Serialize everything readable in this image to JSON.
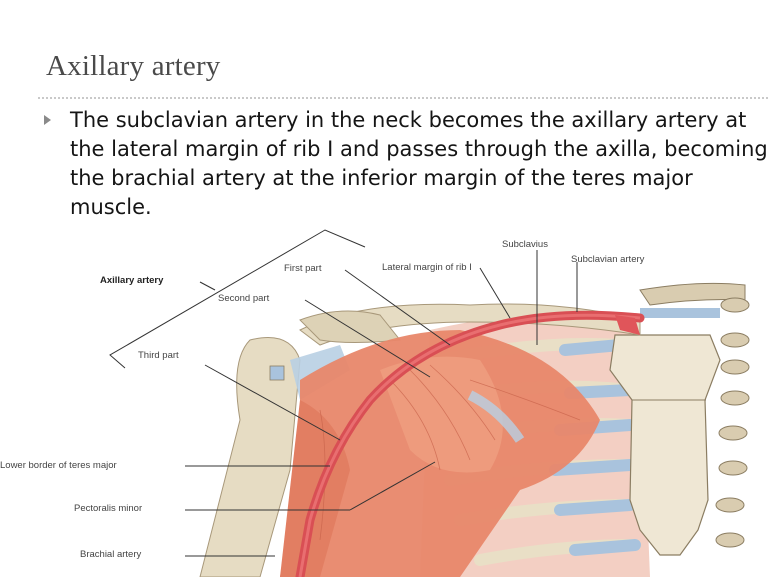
{
  "slide": {
    "title": "Axillary artery",
    "bullets": [
      {
        "marker_icon": "triangle-bullet-icon",
        "text": "The subclavian artery in the neck becomes the axillary artery at the lateral margin of rib I and passes through the axilla, becoming the brachial artery at the inferior margin of the teres major muscle."
      }
    ]
  },
  "figure": {
    "labels": {
      "axillary_artery": "Axillary artery",
      "first_part": "First part",
      "second_part": "Second part",
      "third_part": "Third part",
      "lateral_margin_rib1": "Lateral margin of rib I",
      "subclavius": "Subclavius",
      "subclavian_artery": "Subclavian artery",
      "lower_border_teres_major": "Lower border of teres major",
      "pectoralis_minor": "Pectoralis minor",
      "brachial_artery": "Brachial artery"
    },
    "colors": {
      "bone": "#e6dcc3",
      "bone_shade": "#c8b994",
      "muscle": "#e8876a",
      "muscle_light": "#f2b39c",
      "artery": "#e0555a",
      "cartilage_blue": "#a9c3dd",
      "leader_line": "#333333"
    }
  }
}
